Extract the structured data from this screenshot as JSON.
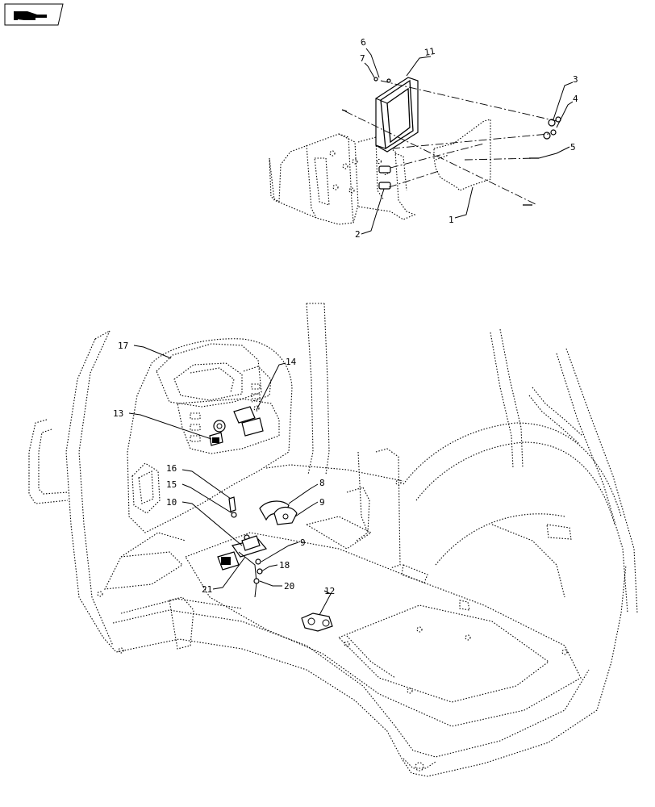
{
  "nav_button": {
    "icon": "hand-pointing-icon"
  },
  "callouts": [
    {
      "id": "c1",
      "label": "1"
    },
    {
      "id": "c2",
      "label": "2"
    },
    {
      "id": "c3",
      "label": "3"
    },
    {
      "id": "c4",
      "label": "4"
    },
    {
      "id": "c5",
      "label": "5"
    },
    {
      "id": "c6",
      "label": "6"
    },
    {
      "id": "c7",
      "label": "7"
    },
    {
      "id": "c8",
      "label": "8"
    },
    {
      "id": "c9a",
      "label": "9"
    },
    {
      "id": "c9b",
      "label": "9"
    },
    {
      "id": "c10",
      "label": "10"
    },
    {
      "id": "c11",
      "label": "11"
    },
    {
      "id": "c12",
      "label": "12"
    },
    {
      "id": "c13",
      "label": "13"
    },
    {
      "id": "c14",
      "label": "14"
    },
    {
      "id": "c15",
      "label": "15"
    },
    {
      "id": "c16",
      "label": "16"
    },
    {
      "id": "c17",
      "label": "17"
    },
    {
      "id": "c18",
      "label": "18"
    },
    {
      "id": "c20",
      "label": "20"
    },
    {
      "id": "c21",
      "label": "21"
    }
  ]
}
